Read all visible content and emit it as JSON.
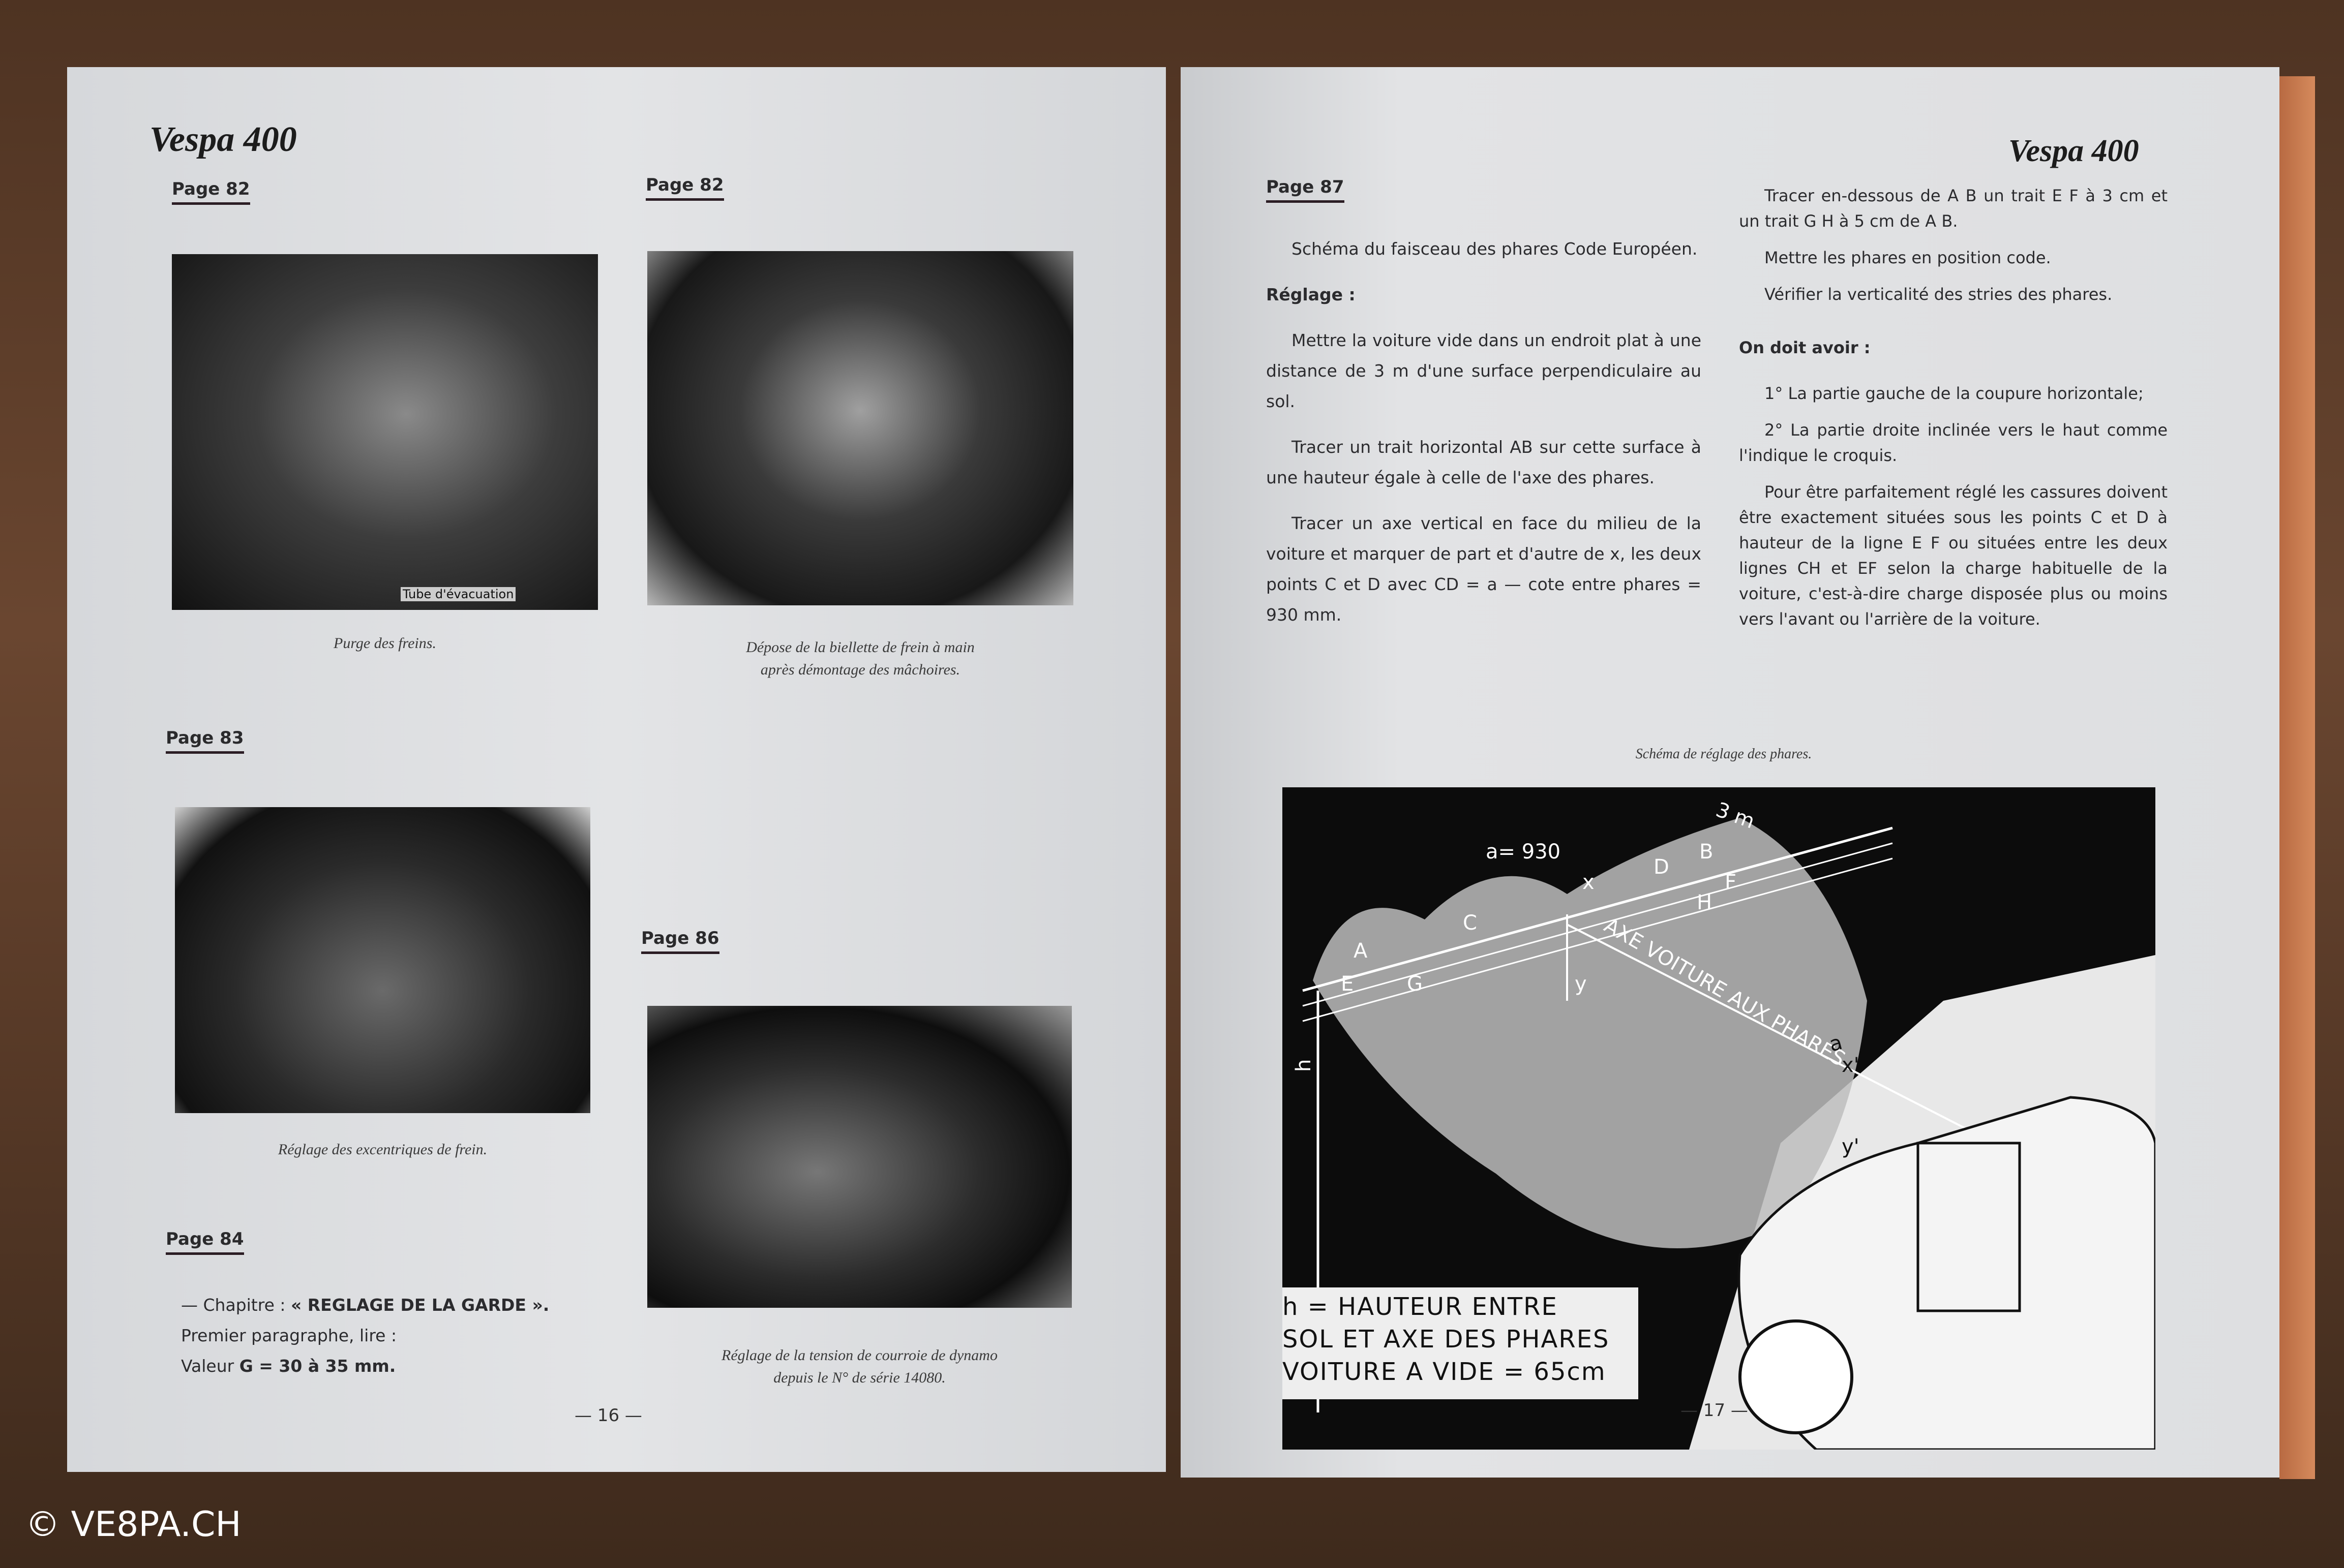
{
  "left_page": {
    "logo": "Vespa 400",
    "sections": [
      {
        "heading": "Page 82",
        "caption": "Purge des freins.",
        "photo_label": "Tube d'évacuation"
      },
      {
        "heading": "Page 82",
        "caption_line1": "Dépose de la biellette de frein à main",
        "caption_line2": "après démontage des mâchoires."
      },
      {
        "heading": "Page 83",
        "caption": "Réglage des excentriques de frein."
      },
      {
        "heading": "Page 86",
        "caption_line1": "Réglage de la tension de courroie de dynamo",
        "caption_line2": "depuis le N° de série 14080."
      },
      {
        "heading": "Page 84",
        "line1_prefix": "— Chapitre : ",
        "line1_bold": "« REGLAGE DE LA GARDE ».",
        "line2": "Premier paragraphe, lire :",
        "line3_prefix": "Valeur ",
        "line3_bold": "G = 30 à 35 mm."
      }
    ],
    "folio": "— 16 —"
  },
  "right_page": {
    "logo": "Vespa 400",
    "heading": "Page 87",
    "col1": {
      "p1": "Schéma du faisceau des phares Code Européen.",
      "subheading": "Réglage :",
      "p2": "Mettre la voiture vide dans un endroit plat à une distance de 3 m d'une surface perpendiculaire au sol.",
      "p3": "Tracer un trait horizontal AB sur cette surface à une hauteur égale à celle de l'axe des phares.",
      "p4": "Tracer un axe vertical en face du milieu de la voiture et marquer de part et d'autre de x, les deux points C et D avec CD = a — cote entre phares = 930 mm."
    },
    "col2": {
      "p1": "Tracer en-dessous de A B un trait E F à 3 cm et un trait G H à 5 cm de A B.",
      "p2": "Mettre les phares en position code.",
      "p3": "Vérifier la verticalité des stries des phares.",
      "subheading": "On doit avoir :",
      "p4": "1° La partie gauche de la coupure horizontale;",
      "p5": "2° La partie droite inclinée vers le haut comme l'indique le croquis.",
      "p6": "Pour être parfaitement réglé les cassures doivent être exactement situées sous les points C et D à hauteur de la ligne E F ou situées entre les deux lignes CH et EF selon la charge habituelle de la voiture, c'est-à-dire charge disposée plus ou moins vers l'avant ou l'arrière de la voiture."
    },
    "diagram_caption": "Schéma de réglage des phares.",
    "diagram": {
      "labels": {
        "a930": "a= 930",
        "three_m": "3 m",
        "A": "A",
        "B": "B",
        "C": "C",
        "D": "D",
        "E": "E",
        "F": "F",
        "G": "G",
        "H": "H",
        "x": "x",
        "y": "y",
        "h": "h",
        "axe": "AXE VOITURE AUX PHARES",
        "a2": "a",
        "x2": "x'",
        "y2": "y'"
      },
      "legend_line1": "h = HAUTEUR ENTRE",
      "legend_line2": "SOL ET AXE DES PHARES",
      "legend_line3": "VOITURE A VIDE = 65cm"
    },
    "folio": "— 17 —"
  },
  "watermark": "© VE8PA.CH"
}
